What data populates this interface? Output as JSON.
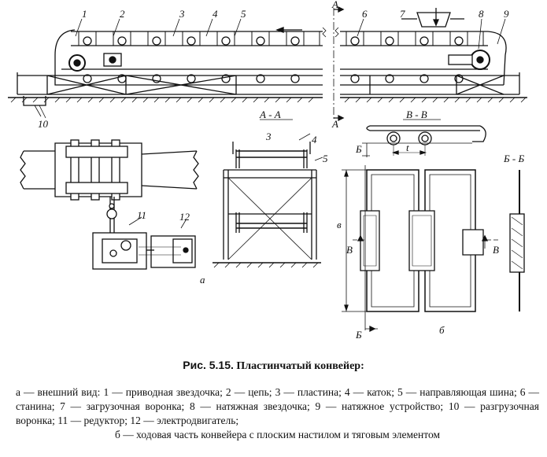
{
  "labels": {
    "n1": "1",
    "n2": "2",
    "n3": "3",
    "n4": "4",
    "n5": "5",
    "n6": "6",
    "n7": "7",
    "n8": "8",
    "n9": "9",
    "n10": "10",
    "n11": "11",
    "n12": "12",
    "sec_a": "А",
    "aa_title": "А - А",
    "aa3": "3",
    "aa4": "4",
    "aa5": "5",
    "bb_title": "В - В",
    "t_label": "t",
    "b_mark": "Б",
    "bbb_title": "Б - Б",
    "v_label": "в",
    "v_left": "В",
    "v_right": "В",
    "b_bottom": "Б",
    "sub_a": "а",
    "sub_b": "б"
  },
  "caption": {
    "fig_no": "Рис. 5.15.",
    "title": "Пластинчатый конвейер:",
    "l1": "а — внешний вид: 1 — приводная звездочка; 2 — цепь; 3 — пластина; 4 — каток; 5 —",
    "l2": "направляющая шина; 6 — станина; 7 — загрузочная воронка; 8 — натяжная звездочка; 9 —",
    "l3": "натяжное устройство; 10 — разгрузочная воронка; 11 — редуктор; 12 — электродвигатель;",
    "l4": "б — ходовая часть конвейера с плоским настилом и тяговым элементом"
  }
}
